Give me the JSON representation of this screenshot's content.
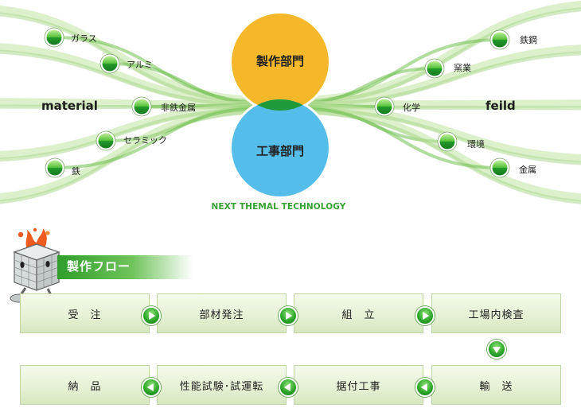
{
  "hub": {
    "top_circle_label": "製作部門",
    "bottom_circle_label": "工事部門",
    "tagline": "NEXT THEMAL TECHNOLOGY",
    "colors": {
      "top": "#f5b82a",
      "bottom": "#55bde9",
      "overlap": "#1f9a3a",
      "accent_green": "#37a234"
    }
  },
  "left": {
    "word": "material",
    "items": [
      {
        "label": "ガラス",
        "icon": "green-dot-icon"
      },
      {
        "label": "アルミ",
        "icon": "green-dot-icon"
      },
      {
        "label": "非鉄金属",
        "icon": "green-dot-icon"
      },
      {
        "label": "セラミック",
        "icon": "green-dot-icon"
      },
      {
        "label": "鉄",
        "icon": "green-dot-icon"
      }
    ]
  },
  "right": {
    "word": "feild",
    "items": [
      {
        "label": "鉄鋼",
        "icon": "green-dot-icon"
      },
      {
        "label": "窯業",
        "icon": "green-dot-icon"
      },
      {
        "label": "化学",
        "icon": "green-dot-icon"
      },
      {
        "label": "環境",
        "icon": "green-dot-icon"
      },
      {
        "label": "金属",
        "icon": "green-dot-icon"
      }
    ]
  },
  "flow": {
    "title": "製作フロー",
    "mascot_icon": "brick-furnace-mascot-icon",
    "row1": [
      {
        "label": "受　注"
      },
      {
        "label": "部材発注"
      },
      {
        "label": "組　立"
      },
      {
        "label": "工場内検査"
      }
    ],
    "row2": [
      {
        "label": "納　品"
      },
      {
        "label": "性能試験･試運転"
      },
      {
        "label": "据付工事"
      },
      {
        "label": "輸　送"
      }
    ]
  }
}
